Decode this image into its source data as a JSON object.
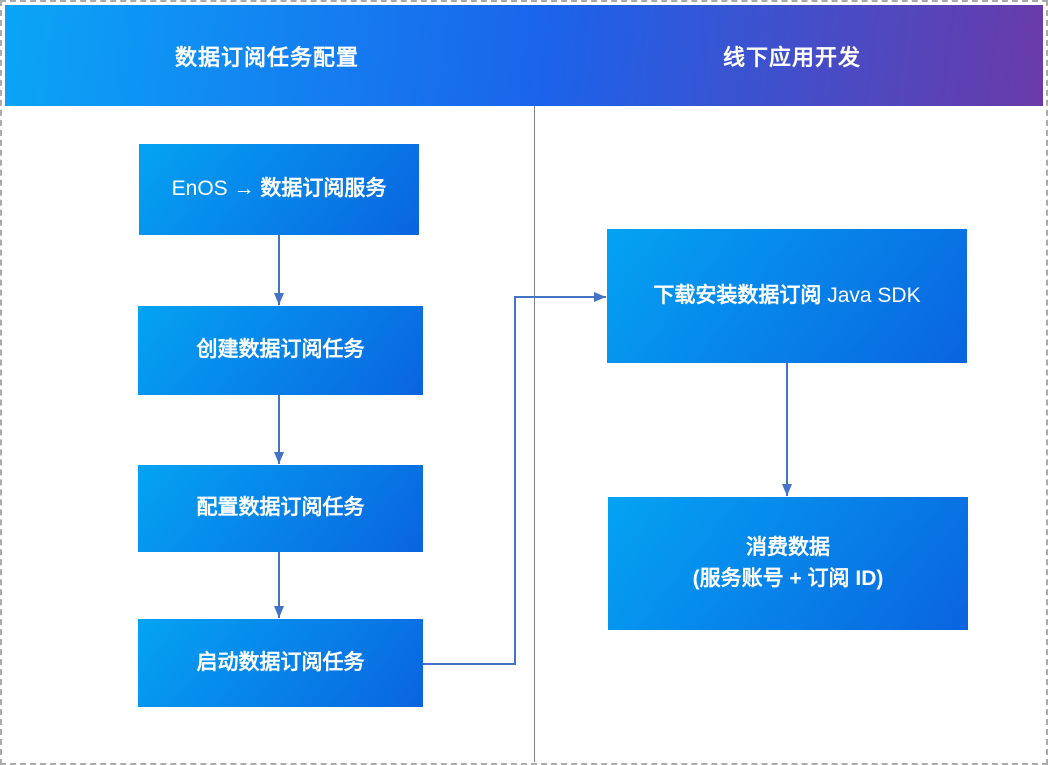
{
  "colors": {
    "header_gradient_left": "#0AA5F7",
    "header_gradient_mid": "#1B63EB",
    "header_gradient_right": "#6A3AA8",
    "box_gradient_start": "#04A3F3",
    "box_gradient_end": "#0A64DF",
    "arrow": "#4472C4",
    "divider": "#808080",
    "dashed_border": "#ABABAB",
    "text": "#FFFFFF"
  },
  "header": {
    "left_title": "数据订阅任务配置",
    "right_title": "线下应用开发"
  },
  "left_column": {
    "boxes": [
      {
        "prefix": "EnOS → ",
        "label": "数据订阅服务"
      },
      {
        "prefix": "",
        "label": "创建数据订阅任务"
      },
      {
        "prefix": "",
        "label": "配置数据订阅任务"
      },
      {
        "prefix": "",
        "label": "启动数据订阅任务"
      }
    ]
  },
  "right_column": {
    "boxes": [
      {
        "label": "下载安装数据订阅",
        "suffix": " Java SDK"
      },
      {
        "label": "消费数据",
        "sublabel": "(服务账号 + 订阅 ID)"
      }
    ]
  },
  "edges": [
    {
      "from": "EnOS → 数据订阅服务",
      "to": "创建数据订阅任务"
    },
    {
      "from": "创建数据订阅任务",
      "to": "配置数据订阅任务"
    },
    {
      "from": "配置数据订阅任务",
      "to": "启动数据订阅任务"
    },
    {
      "from": "启动数据订阅任务",
      "to": "下载安装数据订阅 Java SDK"
    },
    {
      "from": "下载安装数据订阅 Java SDK",
      "to": "消费数据 (服务账号 + 订阅 ID)"
    }
  ]
}
